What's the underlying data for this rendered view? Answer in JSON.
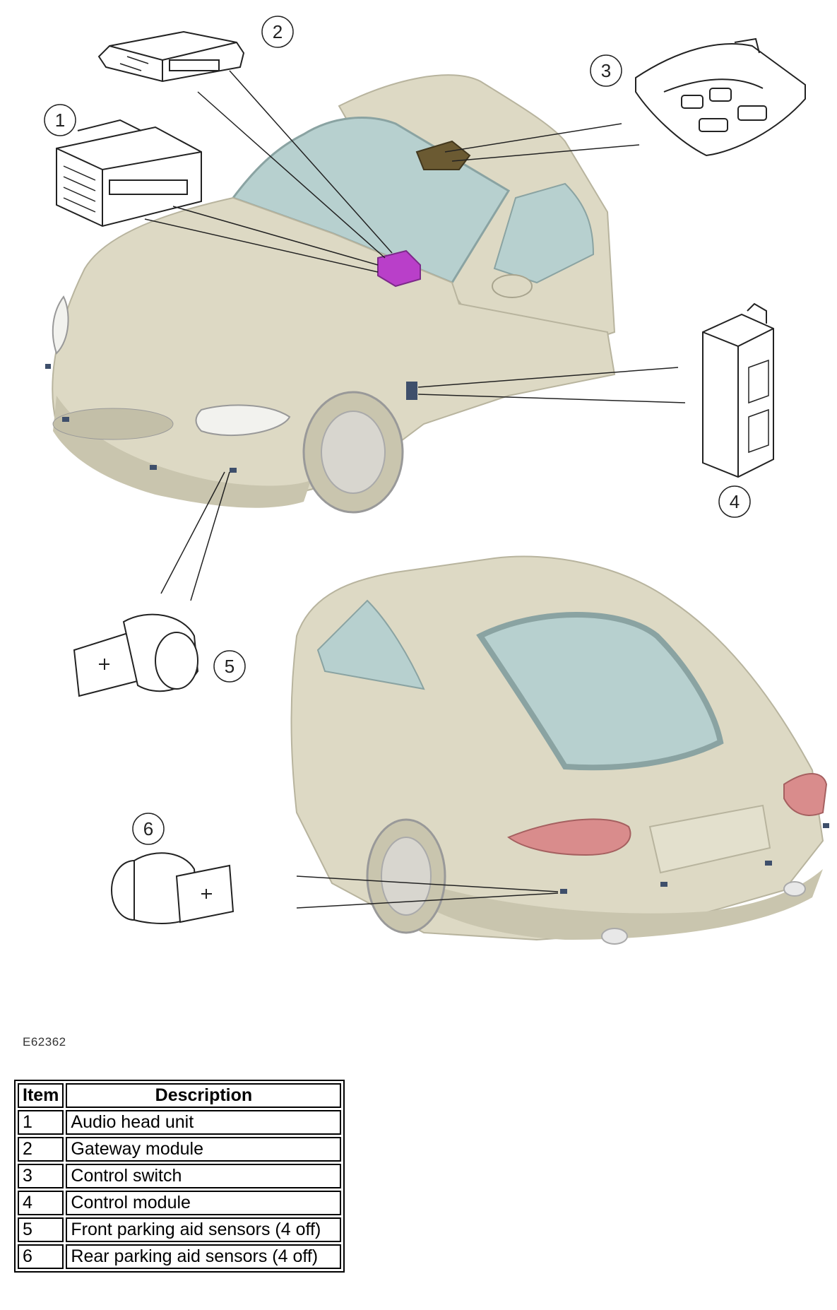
{
  "callouts": [
    "1",
    "2",
    "3",
    "4",
    "5",
    "6"
  ],
  "figure_id": "E62362",
  "legend": {
    "headers": {
      "item": "Item",
      "description": "Description"
    },
    "rows": [
      {
        "item": "1",
        "description": "Audio head unit"
      },
      {
        "item": "2",
        "description": "Gateway module"
      },
      {
        "item": "3",
        "description": "Control switch"
      },
      {
        "item": "4",
        "description": "Control module"
      },
      {
        "item": "5",
        "description": "Front parking aid sensors (4 off)"
      },
      {
        "item": "6",
        "description": "Rear parking aid sensors (4 off)"
      }
    ]
  },
  "colors": {
    "body": "#ddd9c4",
    "body_shade": "#c9c5ae",
    "glass": "#b7d0cf",
    "gateway_module": "#b93fc9",
    "control_switch_unit": "#6b5a32",
    "tail_light": "#d98c8c",
    "sensor_marker": "#3e4f6b",
    "line": "#222222"
  }
}
